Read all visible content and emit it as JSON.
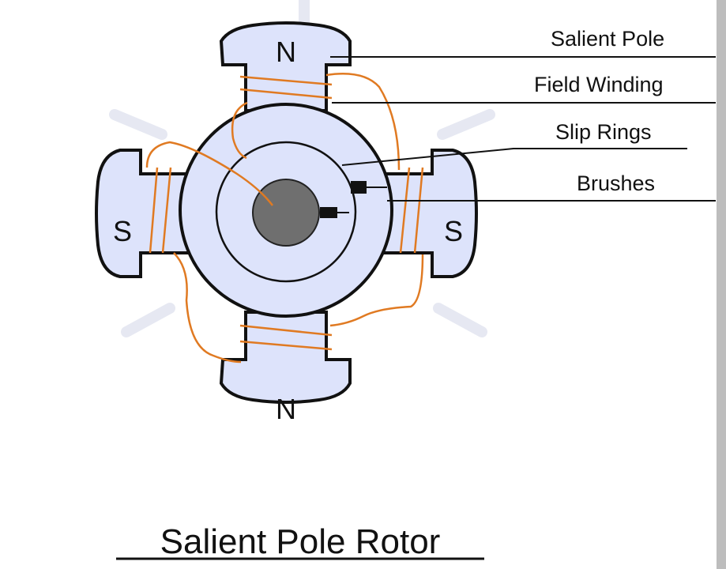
{
  "title": "Salient Pole Rotor",
  "labels": {
    "salient_pole": "Salient Pole",
    "field_winding": "Field Winding",
    "slip_rings": "Slip Rings",
    "brushes": "Brushes"
  },
  "poles": {
    "top": "N",
    "bottom": "N",
    "left": "S",
    "right": "S"
  },
  "colors": {
    "pole_fill": "#dde3fb",
    "winding": "#e07a22",
    "shaft": "#6f6f6f"
  }
}
